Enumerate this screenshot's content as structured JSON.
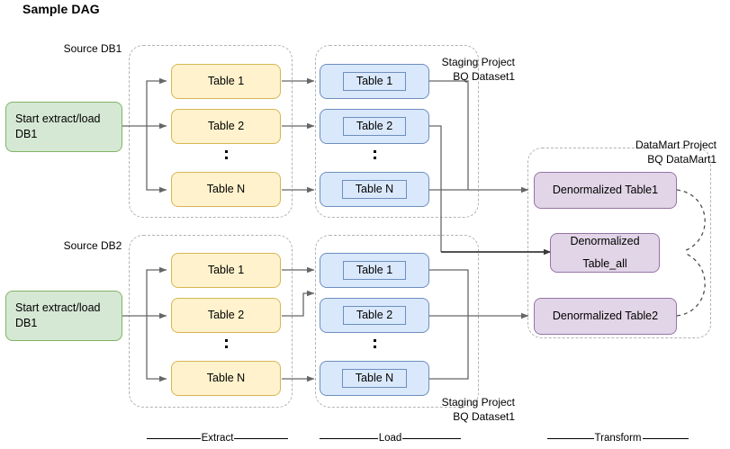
{
  "title": "Sample DAG",
  "theme": {
    "green_fill": "#d5e8d4",
    "green_stroke": "#82b366",
    "yellow_fill": "#fff2cc",
    "yellow_stroke": "#d6b656",
    "blue_fill": "#dae8fc",
    "blue_stroke": "#6c8ebf",
    "purple_fill": "#e1d5e7",
    "purple_stroke": "#9673a6",
    "group_stroke": "#b3b3b3",
    "arrow_stroke": "#666666",
    "background": "#ffffff"
  },
  "labels": {
    "source_db1": "Source DB1",
    "source_db2": "Source DB2",
    "staging_top": "Staging Project\nBQ Dataset1",
    "staging_bottom": "Staging Project\nBQ Dataset1",
    "datamart": "DataMart Project\nBQ DataMart1"
  },
  "start_nodes": [
    {
      "id": "start-db1",
      "label": "Start extract/load\nDB1"
    },
    {
      "id": "start-db2",
      "label": "Start extract/load\nDB1"
    }
  ],
  "extract_top": [
    {
      "label": "Table 1"
    },
    {
      "label": "Table 2"
    },
    {
      "label": "Table N"
    }
  ],
  "extract_bottom": [
    {
      "label": "Table 1"
    },
    {
      "label": "Table 2"
    },
    {
      "label": "Table N"
    }
  ],
  "load_top": [
    {
      "label": "Table 1"
    },
    {
      "label": "Table 2"
    },
    {
      "label": "Table N"
    }
  ],
  "load_bottom": [
    {
      "label": "Table 1"
    },
    {
      "label": "Table 2"
    },
    {
      "label": "Table N"
    }
  ],
  "transform": [
    {
      "id": "denorm-table1",
      "label": "Denormalized Table1"
    },
    {
      "id": "denorm-table-all",
      "line1": "Denormalized",
      "line2": "Table_all"
    },
    {
      "id": "denorm-table2",
      "label": "Denormalized Table2"
    }
  ],
  "phases": [
    {
      "id": "extract",
      "label": "Extract"
    },
    {
      "id": "load",
      "label": "Load"
    },
    {
      "id": "transform",
      "label": "Transform"
    }
  ]
}
